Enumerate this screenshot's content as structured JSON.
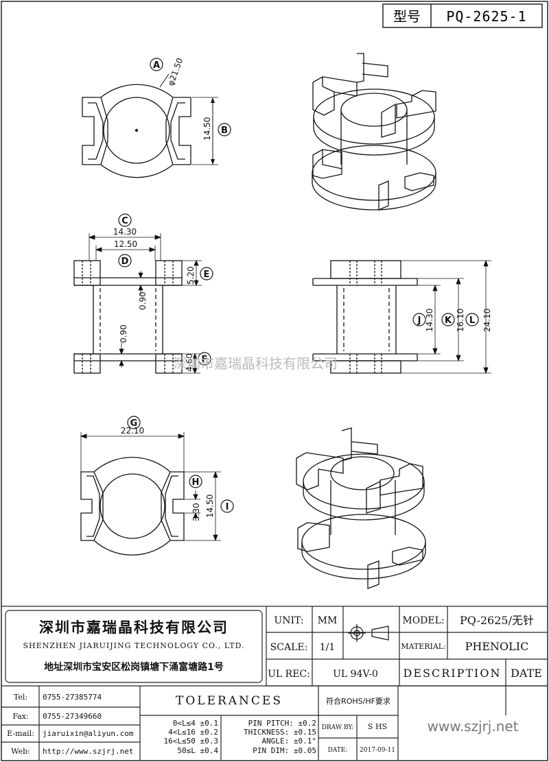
{
  "header": {
    "type_label": "型号",
    "part_number": "PQ-2625-1"
  },
  "callouts": [
    "A",
    "B",
    "C",
    "D",
    "E",
    "F",
    "G",
    "H",
    "I",
    "J",
    "K",
    "L"
  ],
  "dimensions": {
    "A": "φ21.50",
    "B": "14.50",
    "C": "14.30",
    "D": "12.50",
    "D2": "0.90",
    "D3": "0.90",
    "E": "5.20",
    "F": "4.60",
    "G": "22.10",
    "H": "3.30",
    "I": "14.50",
    "J": "14.30",
    "K": "16.10",
    "L": "24.10"
  },
  "watermark": "深圳市嘉瑞晶科技有限公司",
  "company": {
    "name_cn": "深圳市嘉瑞晶科技有限公司",
    "name_en": "SHENZHEN JIARUIJING TECHNOLOGY CO., LTD.",
    "address": "地址深圳市宝安区松岗镇塘下涌富塘路1号"
  },
  "title_block": {
    "unit_label": "UNIT:",
    "unit_value": "MM",
    "scale_label": "SCALE:",
    "scale_value": "1/1",
    "model_label": "MODEL:",
    "model_value": "PQ-2625/无针",
    "material_label": "MATERIAL:",
    "material_value": "PHENOLIC",
    "ul_label": "UL REC:",
    "ul_value": "UL 94V-0",
    "description_label": "DESCRIPTION",
    "date_label": "DATE",
    "tolerances_label": "TOLERANCES",
    "rohs": "符合ROHS/HF要求",
    "draw_by_label": "DRAW BY:",
    "draw_by_value": "S HS",
    "date_field_label": "DATE:",
    "date_field_value": "2017-09-11",
    "website": "www.szjrj.net",
    "tolerance_rows": [
      "0<L≤4  ±0.1",
      "4<L≤16  ±0.2",
      "16<L≤50  ±0.3",
      "50≤L  ±0.4"
    ],
    "pin_rows": [
      "PIN PITCH: ±0.2",
      "THICKNESS: ±0.15",
      "ANGLE: ±0.1°",
      "PIN DIM: ±0.05"
    ]
  },
  "contact": {
    "tel_label": "Tel:",
    "tel_value": "0755-27385774",
    "fax_label": "Fax:",
    "fax_value": "0755-27349660",
    "email_label": "E-mail:",
    "email_value": "jiaruixin@aliyun.com",
    "web_label": "Web:",
    "web_value": "http://www.szjrj.net"
  }
}
